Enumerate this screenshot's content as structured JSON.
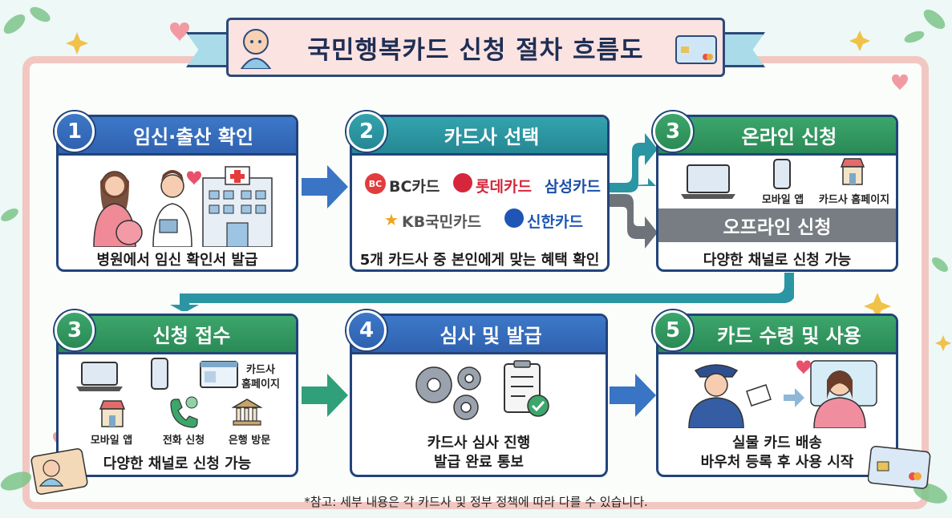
{
  "title": "국민행복카드 신청 절차 흐름도",
  "steps": [
    {
      "number": "1",
      "title": "임신·출산 확인",
      "caption": "병원에서 임신 확인서 발급"
    },
    {
      "number": "2",
      "title": "카드사 선택",
      "caption": "5개 카드사 중 본인에게 맞는 혜택 확인",
      "brands": [
        "BC카드",
        "롯데카드",
        "삼성카드",
        "KB국민카드",
        "신한카드"
      ],
      "bc_logo": "BC"
    },
    {
      "number": "3",
      "title": "온라인 신청",
      "alt_title": "오프라인 신청",
      "caption": "다양한 채널로 신청 가능",
      "labels": [
        "모바일 앱",
        "카드사 홈페이지"
      ]
    },
    {
      "number": "3",
      "title": "신청 접수",
      "caption": "다양한 채널로 신청 가능",
      "labels": [
        "카드사",
        "홈페이지",
        "모바일 앱",
        "전화 신청",
        "은행 방문"
      ]
    },
    {
      "number": "4",
      "title": "심사 및 발급",
      "caption_line1": "카드사 심사 진행",
      "caption_line2": "발급 완료 통보"
    },
    {
      "number": "5",
      "title": "카드 수령 및 사용",
      "caption_line1": "실물 카드 배송",
      "caption_line2": "바우처 등록 후 사용 시작"
    }
  ],
  "note": "*참고: 세부 내용은 각 카드사 및 정부 정책에 따라 다를 수 있습니다.",
  "colors": {
    "blue": "#2f62b0",
    "teal": "#258894",
    "green": "#2a8a56",
    "grey": "#777d83",
    "navy": "#22447a"
  }
}
